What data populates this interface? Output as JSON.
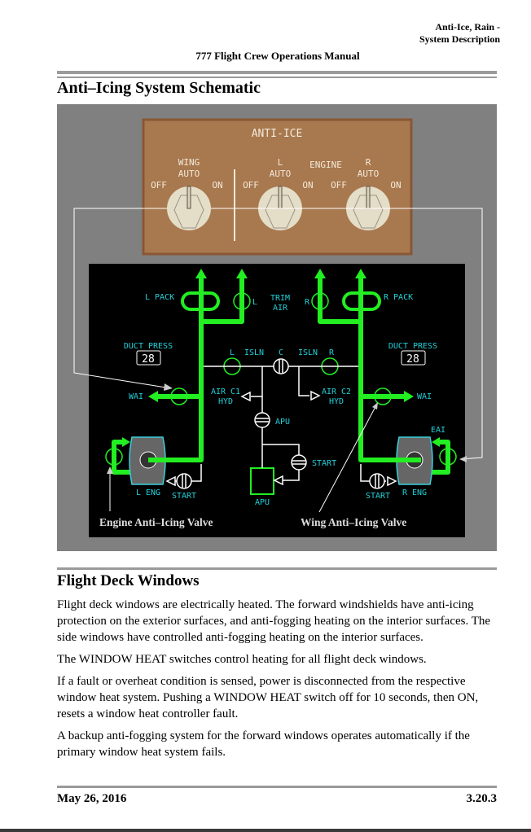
{
  "header": {
    "section_line1": "Anti-Ice, Rain -",
    "section_line2": "System Description",
    "manual_title": "777 Flight Crew Operations Manual"
  },
  "schematic": {
    "title": "Anti–Icing System Schematic",
    "panel": {
      "title": "ANTI-ICE",
      "wing_label": "WING",
      "engine_label": "ENGINE",
      "knobs": [
        {
          "name": "WING",
          "top": "WING",
          "auto": "AUTO",
          "off": "OFF",
          "on": "ON",
          "position": "AUTO"
        },
        {
          "name": "L",
          "top": "L",
          "auto": "AUTO",
          "off": "OFF",
          "on": "ON",
          "position": "AUTO"
        },
        {
          "name": "R",
          "top": "R",
          "auto": "AUTO",
          "off": "OFF",
          "on": "ON",
          "position": "AUTO"
        }
      ]
    },
    "display": {
      "l_pack": "L PACK",
      "r_pack": "R PACK",
      "trim_air_1": "TRIM",
      "trim_air_2": "AIR",
      "trim_l": "L",
      "trim_r": "R",
      "duct_press_label": "DUCT PRESS",
      "duct_press_left": "28",
      "duct_press_right": "28",
      "isln_l": "L",
      "isln_label": "ISLN",
      "isln_c": "C",
      "isln_r": "R",
      "wai": "WAI",
      "air_c1": "AIR C1",
      "air_c2": "AIR C2",
      "hyd": "HYD",
      "apu_valve": "APU",
      "apu_box": "APU",
      "start": "START",
      "l_eng": "L ENG",
      "r_eng": "R ENG",
      "eai": "EAI"
    },
    "callouts": {
      "engine_valve": "Engine Anti–Icing Valve",
      "wing_valve": "Wing Anti–Icing Valve"
    },
    "colors": {
      "duct": "#22ee22",
      "label": "#22d0d8",
      "panel": "#a8784f"
    }
  },
  "section": {
    "title": "Flight Deck Windows",
    "paragraphs": [
      "Flight deck windows are electrically heated. The forward windshields have anti-icing protection on the exterior surfaces, and anti-fogging heating on the interior surfaces. The side windows have controlled anti-fogging heating on the interior surfaces.",
      "The WINDOW HEAT switches control heating for all flight deck windows.",
      "If a fault or overheat condition is sensed, power is disconnected from the respective window heat system. Pushing a WINDOW HEAT switch off for 10 seconds, then ON, resets a window heat controller fault.",
      "A backup anti-fogging system for the forward windows operates automatically if the primary window heat system fails."
    ]
  },
  "footer": {
    "date": "May 26, 2016",
    "page": "3.20.3"
  }
}
